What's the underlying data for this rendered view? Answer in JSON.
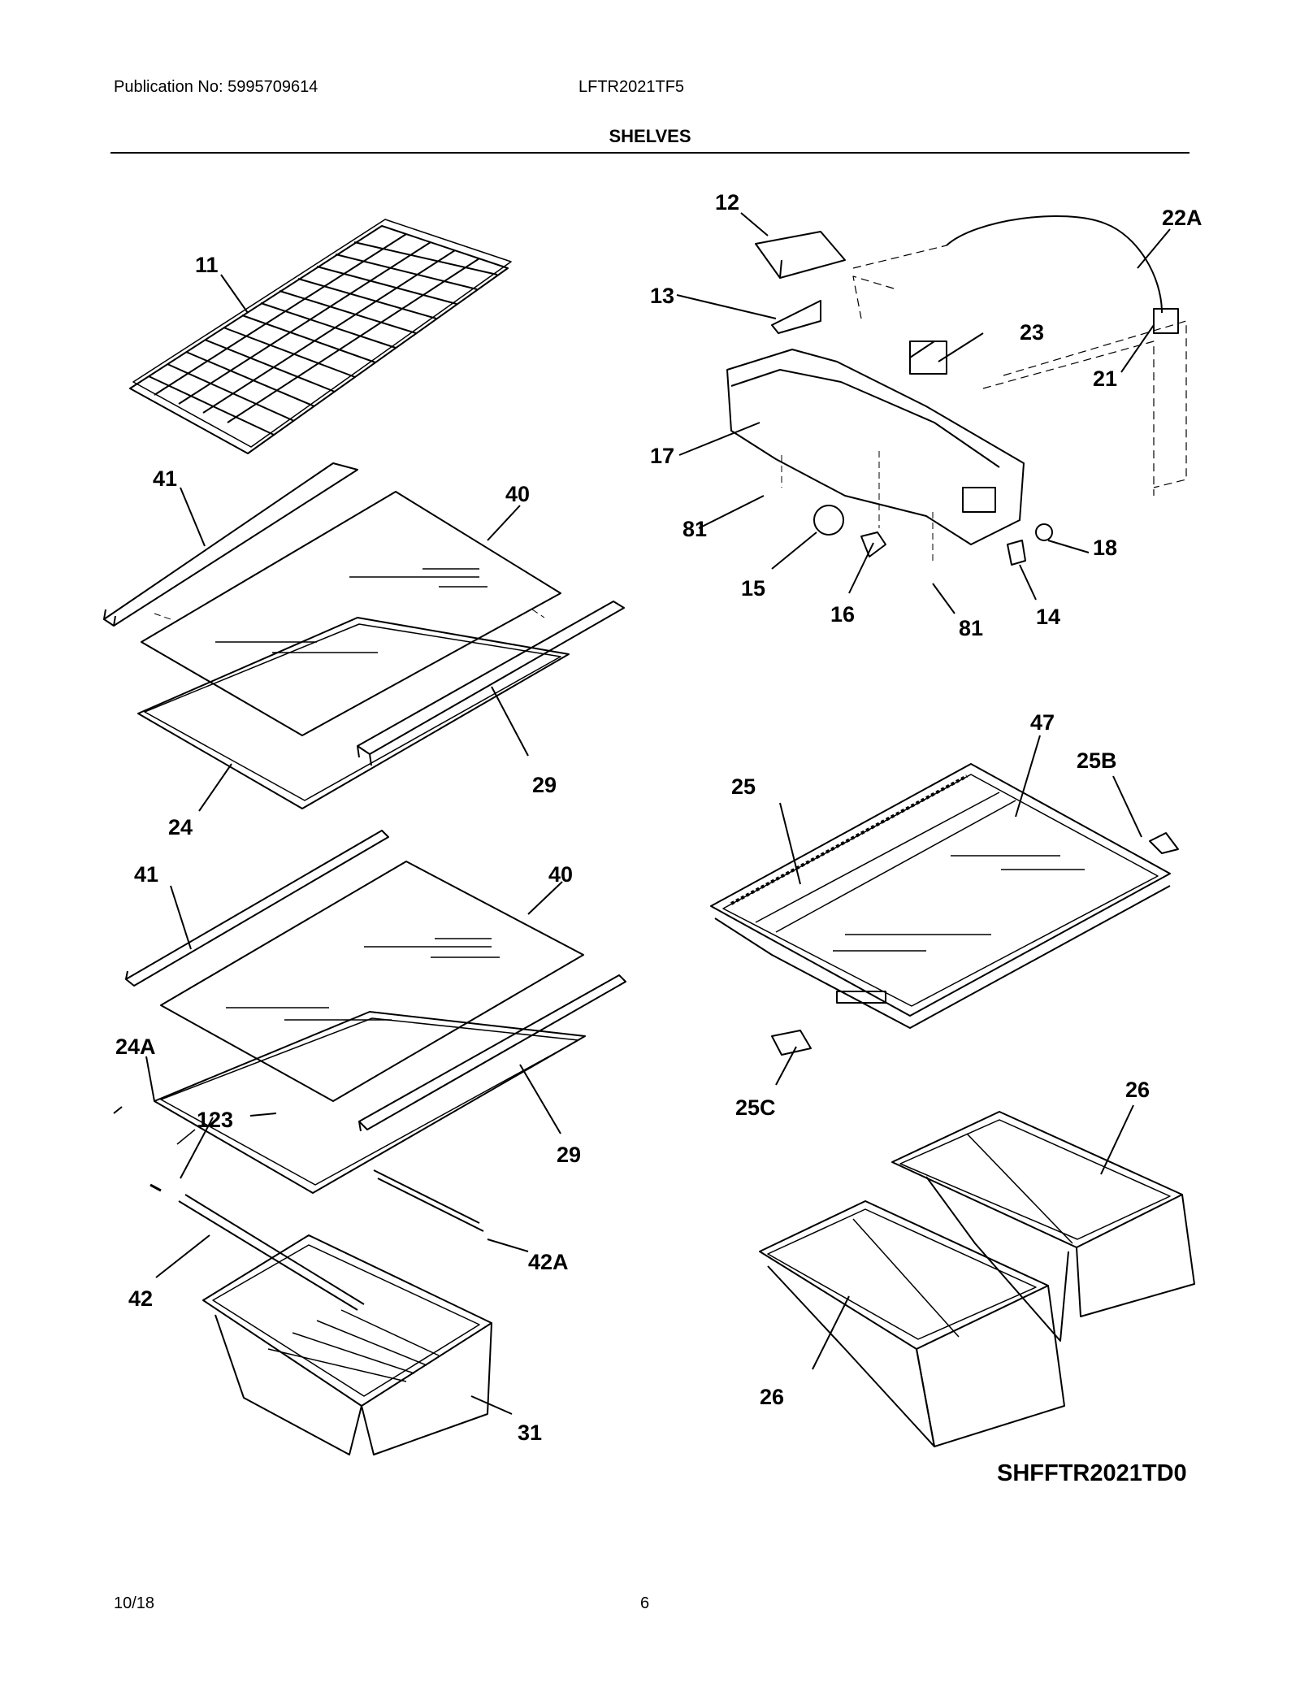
{
  "header": {
    "publication": "Publication No: 5995709614",
    "model": "LFTR2021TF5",
    "section_title": "SHELVES"
  },
  "diagram": {
    "labels": {
      "p11": "11",
      "p41a": "41",
      "p40a": "40",
      "p29a": "29",
      "p24": "24",
      "p41b": "41",
      "p40b": "40",
      "p24A": "24A",
      "p123": "123",
      "p29b": "29",
      "p42A": "42A",
      "p42": "42",
      "p31": "31",
      "p12": "12",
      "p22A": "22A",
      "p13": "13",
      "p23": "23",
      "p21": "21",
      "p17": "17",
      "p81a": "81",
      "p18": "18",
      "p15": "15",
      "p16": "16",
      "p81b": "81",
      "p14": "14",
      "p47": "47",
      "p25": "25",
      "p25B": "25B",
      "p25C": "25C",
      "p26a": "26",
      "p26b": "26"
    },
    "drawing_code": "SHFFTR2021TD0"
  },
  "footer": {
    "date": "10/18",
    "page": "6"
  },
  "colors": {
    "ink": "#000000",
    "paper": "#ffffff"
  }
}
